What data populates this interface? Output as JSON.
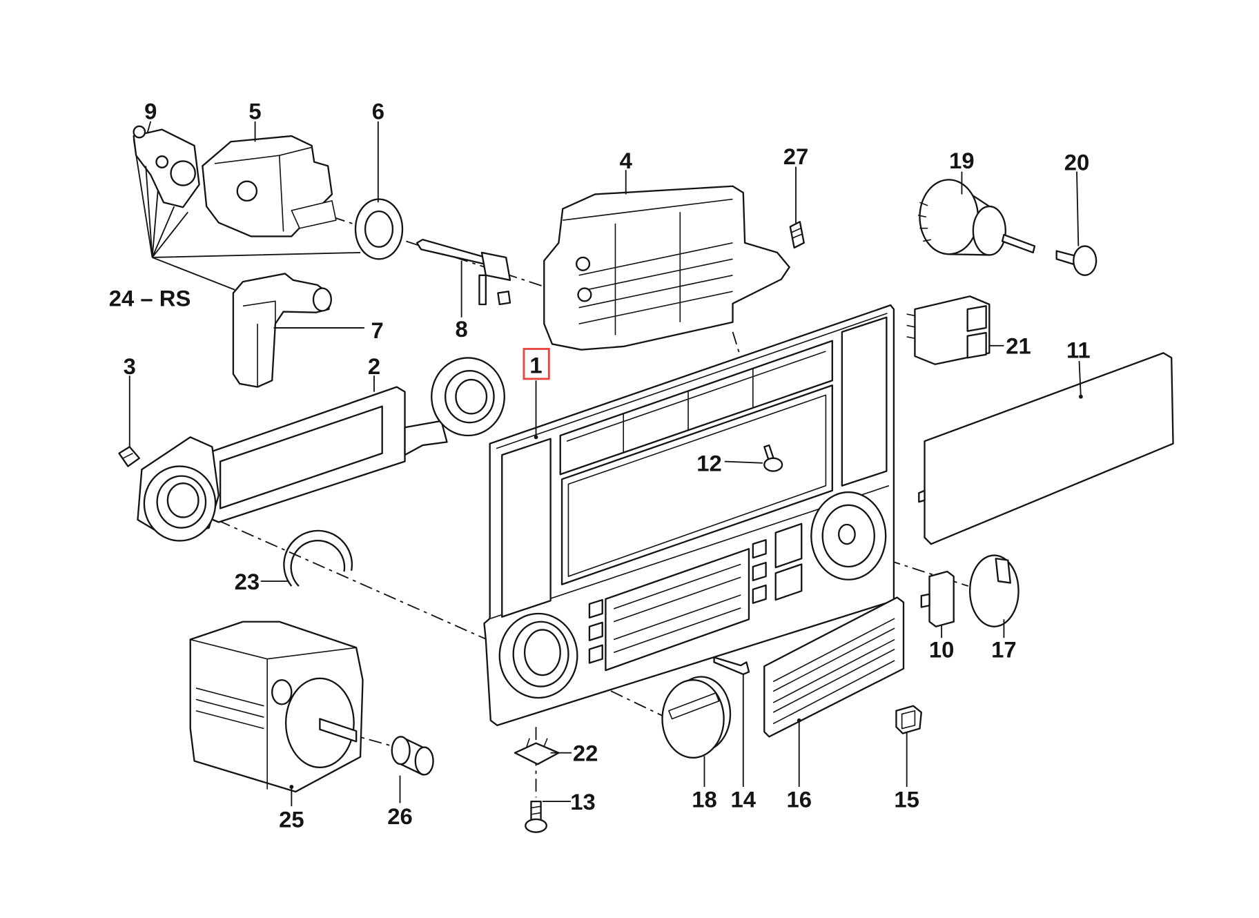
{
  "callouts": {
    "c1": "1",
    "c2": "2",
    "c3": "3",
    "c4": "4",
    "c5": "5",
    "c6": "6",
    "c7": "7",
    "c8": "8",
    "c9": "9",
    "c10": "10",
    "c11": "11",
    "c12": "12",
    "c13": "13",
    "c14": "14",
    "c15": "15",
    "c16": "16",
    "c17": "17",
    "c18": "18",
    "c19": "19",
    "c20": "20",
    "c21": "21",
    "c22": "22",
    "c23": "23",
    "c24": "24 – RS",
    "c25": "25",
    "c26": "26",
    "c27": "27"
  },
  "selected_callout": "1",
  "colors": {
    "highlight": "#e8423f",
    "line": "#141414",
    "background": "#ffffff"
  }
}
